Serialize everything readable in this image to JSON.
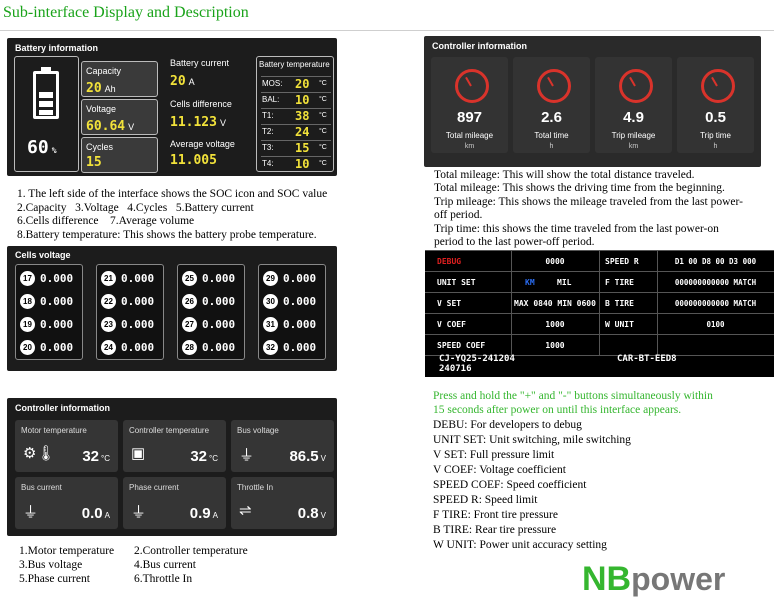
{
  "title": "Sub-interface Display and Description",
  "battery": {
    "panel_title": "Battery information",
    "soc_value": "60",
    "soc_unit": "%",
    "capacity": {
      "label": "Capacity",
      "value": "20",
      "unit": "Ah"
    },
    "voltage": {
      "label": "Voltage",
      "value": "60.64",
      "unit": "V"
    },
    "cycles": {
      "label": "Cycles",
      "value": "15"
    },
    "current": {
      "label": "Battery current",
      "value": "20",
      "unit": "A"
    },
    "cells_diff": {
      "label": "Cells difference",
      "value": "11.123",
      "unit": "V"
    },
    "avg_voltage": {
      "label": "Average voltage",
      "value": "11.005"
    },
    "temp_title": "Battery temperature",
    "temps": [
      {
        "name": "MOS:",
        "value": "20",
        "unit": "°C"
      },
      {
        "name": "BAL:",
        "value": "10",
        "unit": "°C"
      },
      {
        "name": "T1:",
        "value": "38",
        "unit": "°C"
      },
      {
        "name": "T2:",
        "value": "24",
        "unit": "°C"
      },
      {
        "name": "T3:",
        "value": "15",
        "unit": "°C"
      },
      {
        "name": "T4:",
        "value": "10",
        "unit": "°C"
      }
    ]
  },
  "battery_desc": [
    "1. The left side of the interface shows the SOC icon and SOC value",
    "2.Capacity   3.Voltage   4.Cycles   5.Battery current",
    "6.Cells difference    7.Average volume",
    "8.Battery temperature: This shows the battery probe temperature."
  ],
  "cells": {
    "panel_title": "Cells voltage",
    "groups": [
      [
        {
          "n": "17",
          "v": "0.000"
        },
        {
          "n": "18",
          "v": "0.000"
        },
        {
          "n": "19",
          "v": "0.000"
        },
        {
          "n": "20",
          "v": "0.000"
        }
      ],
      [
        {
          "n": "21",
          "v": "0.000"
        },
        {
          "n": "22",
          "v": "0.000"
        },
        {
          "n": "23",
          "v": "0.000"
        },
        {
          "n": "24",
          "v": "0.000"
        }
      ],
      [
        {
          "n": "25",
          "v": "0.000"
        },
        {
          "n": "26",
          "v": "0.000"
        },
        {
          "n": "27",
          "v": "0.000"
        },
        {
          "n": "28",
          "v": "0.000"
        }
      ],
      [
        {
          "n": "29",
          "v": "0.000"
        },
        {
          "n": "30",
          "v": "0.000"
        },
        {
          "n": "31",
          "v": "0.000"
        },
        {
          "n": "32",
          "v": "0.000"
        }
      ]
    ]
  },
  "controller_bottom": {
    "panel_title": "Controller information",
    "tiles": [
      {
        "label": "Motor temperature",
        "value": "32",
        "unit": "°C",
        "icon": "motor-thermometer-icon"
      },
      {
        "label": "Controller temperature",
        "value": "32",
        "unit": "°C",
        "icon": "controller-chip-icon"
      },
      {
        "label": "Bus voltage",
        "value": "86.5",
        "unit": "V",
        "icon": "plug-icon"
      },
      {
        "label": "Bus current",
        "value": "0.0",
        "unit": "A",
        "icon": "plug-icon"
      },
      {
        "label": "Phase current",
        "value": "0.9",
        "unit": "A",
        "icon": "plug-icon"
      },
      {
        "label": "Throttle In",
        "value": "0.8",
        "unit": "V",
        "icon": "throttle-icon"
      }
    ]
  },
  "controller_desc": [
    {
      "left": "1.Motor temperature",
      "right": "2.Controller temperature"
    },
    {
      "left": "3.Bus voltage",
      "right": "4.Bus current"
    },
    {
      "left": "5.Phase current",
      "right": "6.Throttle In"
    }
  ],
  "controller_top": {
    "panel_title": "Controller information",
    "tiles": [
      {
        "value": "897",
        "label": "Total mileage",
        "unit": "km"
      },
      {
        "value": "2.6",
        "label": "Total time",
        "unit": "h"
      },
      {
        "value": "4.9",
        "label": "Trip mileage",
        "unit": "km"
      },
      {
        "value": "0.5",
        "label": "Trip time",
        "unit": "h"
      }
    ]
  },
  "mileage_desc": [
    "Total mileage: This will show the total distance traveled.",
    "Total mileage: This shows the driving time from the beginning.",
    "Trip mileage: This shows the mileage traveled from the last power-",
    "off period.",
    "Trip time: this shows the time traveled from the last power-on",
    "period to the last power-off period."
  ],
  "debug": {
    "rows": [
      {
        "a": "DEBUG",
        "b": "0000",
        "c": "SPEED R",
        "d": "D1 00 D8 00 D3 000"
      },
      {
        "a": "UNIT SET",
        "b1": "KM",
        "b2": "MIL",
        "c": "F TIRE",
        "d": "000000000000 MATCH"
      },
      {
        "a": "V SET",
        "b": "MAX 0840 MIN 0600",
        "c": "B TIRE",
        "d": "000000000000 MATCH"
      },
      {
        "a": "V COEF",
        "b": "1000",
        "c": "W UNIT",
        "d": "0100"
      },
      {
        "a": "SPEED COEF",
        "b": "1000",
        "c": "",
        "d": ""
      }
    ],
    "footer_left_1": "CJ-YQ25-241204",
    "footer_left_2": "240716",
    "footer_right": "CAR-BT-EED8",
    "debug_color": "#e02020",
    "km_color": "#2a6cf0"
  },
  "debug_desc_green": [
    "Press and hold the \"+\" and \"-\" buttons simultaneously within",
    "15 seconds after power on until this interface appears."
  ],
  "debug_desc": [
    "DEBU: For developers to debug",
    "UNIT SET: Unit switching, mile switching",
    "V SET: Full pressure limit",
    "V COEF: Voltage coefficient",
    "SPEED COEF: Speed coefficient",
    "SPEED R: Speed limit",
    "F TIRE: Front tire pressure",
    "B TIRE: Rear tire pressure",
    "W UNIT: Power unit accuracy setting"
  ],
  "logo": {
    "left": "NB",
    "right": "power"
  },
  "colors": {
    "green": "#35b62f",
    "yellow": "#f2e23a",
    "red": "#d9332b"
  }
}
